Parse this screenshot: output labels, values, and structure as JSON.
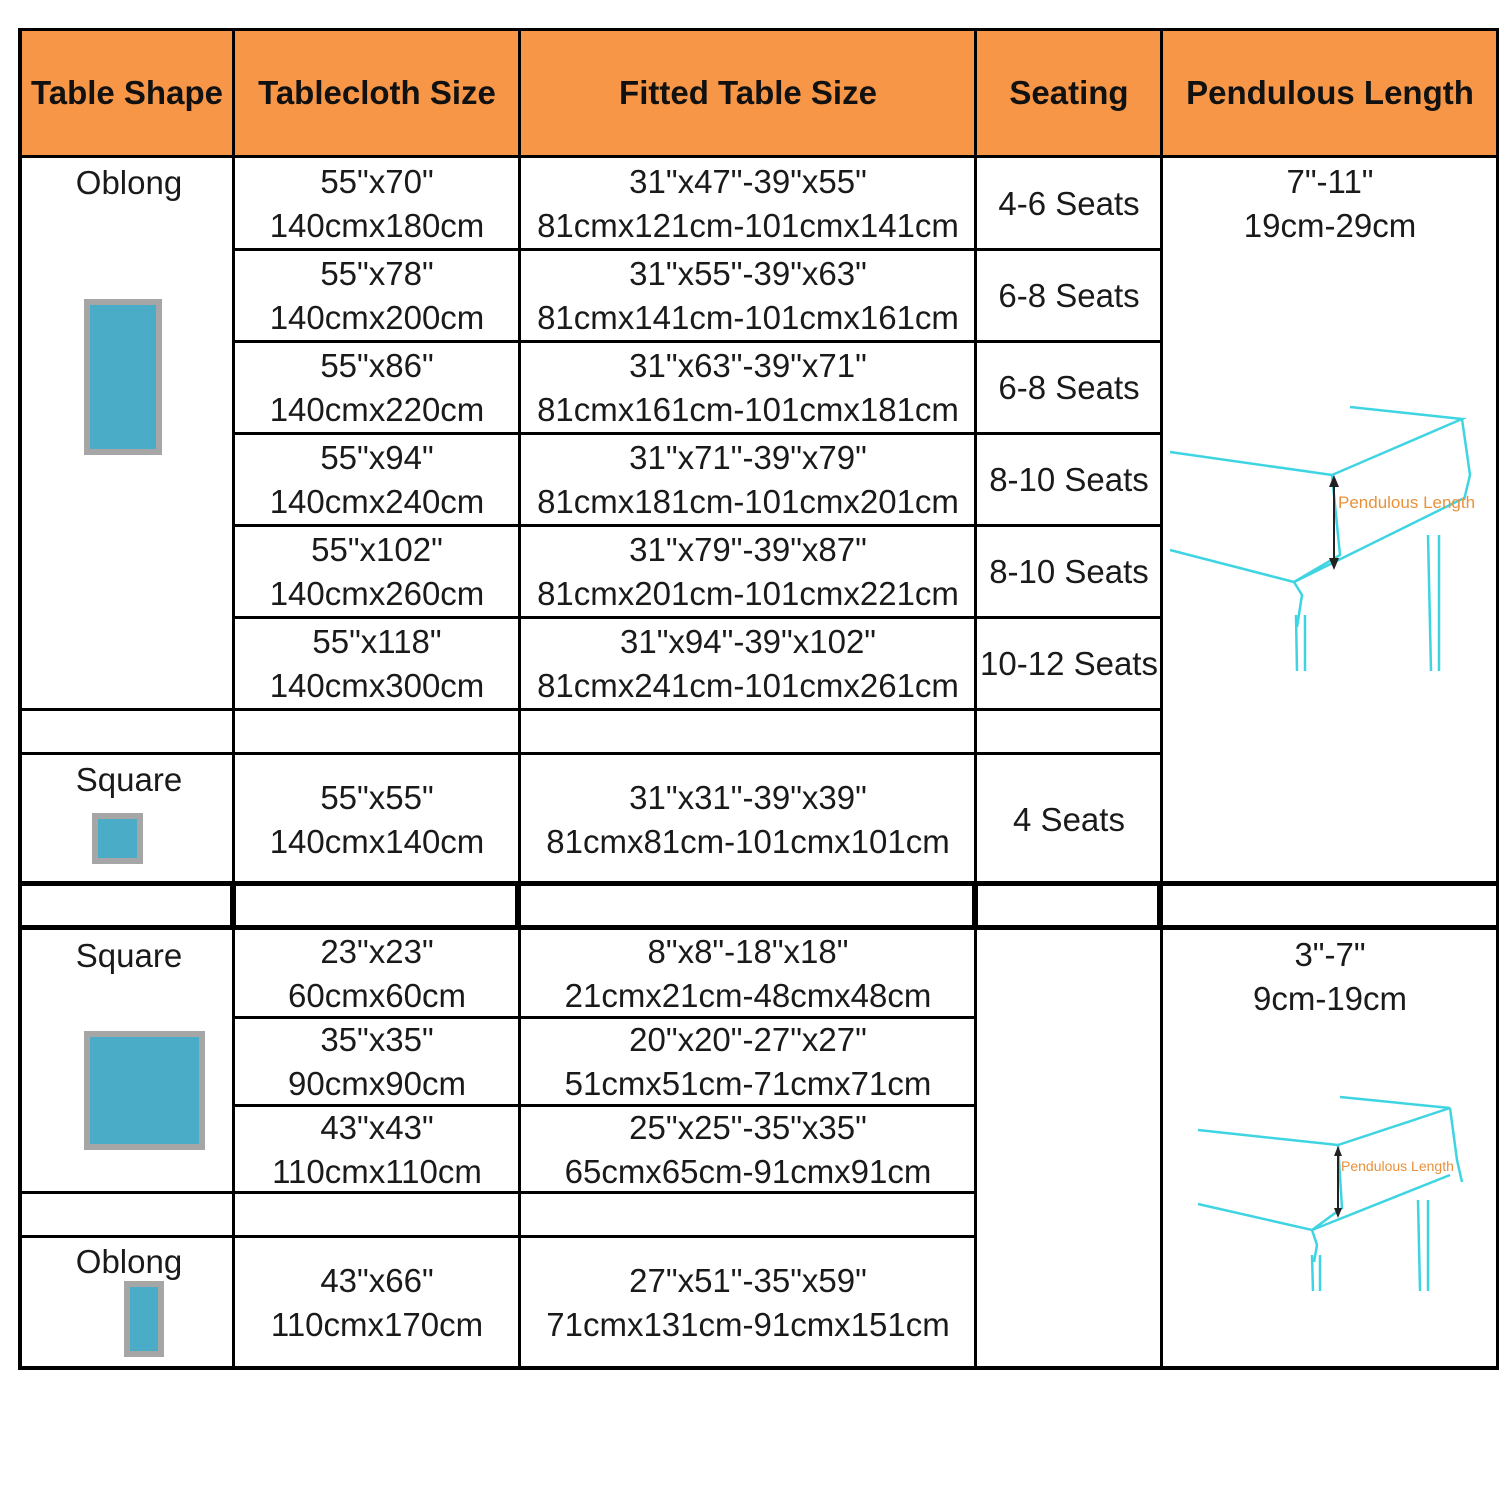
{
  "colors": {
    "header_bg": "#f79646",
    "swatch_fill": "#4aacc6",
    "swatch_border": "#a6a6a6",
    "diagram_line": "#3fd4e2",
    "diagram_label": "#e8913a"
  },
  "headers": [
    "Table Shape",
    "Tablecloth Size",
    "Fitted Table Size",
    "Seating",
    "Pendulous Length"
  ],
  "group1": {
    "pendulous": [
      "7\"-11\"",
      "19cm-29cm"
    ],
    "diagram_label": "Pendulous Length",
    "oblong": {
      "shape": "Oblong",
      "rows": [
        {
          "size": [
            "55\"x70\"",
            "140cmx180cm"
          ],
          "fitted": [
            "31\"x47\"-39\"x55\"",
            "81cmx121cm-101cmx141cm"
          ],
          "seating": "4-6 Seats"
        },
        {
          "size": [
            "55\"x78\"",
            "140cmx200cm"
          ],
          "fitted": [
            "31\"x55\"-39\"x63\"",
            "81cmx141cm-101cmx161cm"
          ],
          "seating": "6-8 Seats"
        },
        {
          "size": [
            "55\"x86\"",
            "140cmx220cm"
          ],
          "fitted": [
            "31\"x63\"-39\"x71\"",
            "81cmx161cm-101cmx181cm"
          ],
          "seating": "6-8 Seats"
        },
        {
          "size": [
            "55\"x94\"",
            "140cmx240cm"
          ],
          "fitted": [
            "31\"x71\"-39\"x79\"",
            "81cmx181cm-101cmx201cm"
          ],
          "seating": "8-10 Seats"
        },
        {
          "size": [
            "55\"x102\"",
            "140cmx260cm"
          ],
          "fitted": [
            "31\"x79\"-39\"x87\"",
            "81cmx201cm-101cmx221cm"
          ],
          "seating": "8-10 Seats"
        },
        {
          "size": [
            "55\"x118\"",
            "140cmx300cm"
          ],
          "fitted": [
            "31\"x94\"-39\"x102\"",
            "81cmx241cm-101cmx261cm"
          ],
          "seating": "10-12 Seats"
        }
      ]
    },
    "square": {
      "shape": "Square",
      "rows": [
        {
          "size": [
            "55\"x55\"",
            "140cmx140cm"
          ],
          "fitted": [
            "31\"x31\"-39\"x39\"",
            "81cmx81cm-101cmx101cm"
          ],
          "seating": "4 Seats"
        }
      ]
    }
  },
  "group2": {
    "pendulous": [
      "3\"-7\"",
      "9cm-19cm"
    ],
    "diagram_label": "Pendulous Length",
    "square": {
      "shape": "Square",
      "rows": [
        {
          "size": [
            "23\"x23\"",
            "60cmx60cm"
          ],
          "fitted": [
            "8\"x8\"-18\"x18\"",
            "21cmx21cm-48cmx48cm"
          ]
        },
        {
          "size": [
            "35\"x35\"",
            "90cmx90cm"
          ],
          "fitted": [
            "20\"x20\"-27\"x27\"",
            "51cmx51cm-71cmx71cm"
          ]
        },
        {
          "size": [
            "43\"x43\"",
            "110cmx110cm"
          ],
          "fitted": [
            "25\"x25\"-35\"x35\"",
            "65cmx65cm-91cmx91cm"
          ]
        }
      ]
    },
    "oblong": {
      "shape": "Oblong",
      "rows": [
        {
          "size": [
            "43\"x66\"",
            "110cmx170cm"
          ],
          "fitted": [
            "27\"x51\"-35\"x59\"",
            "71cmx131cm-91cmx151cm"
          ]
        }
      ]
    }
  }
}
